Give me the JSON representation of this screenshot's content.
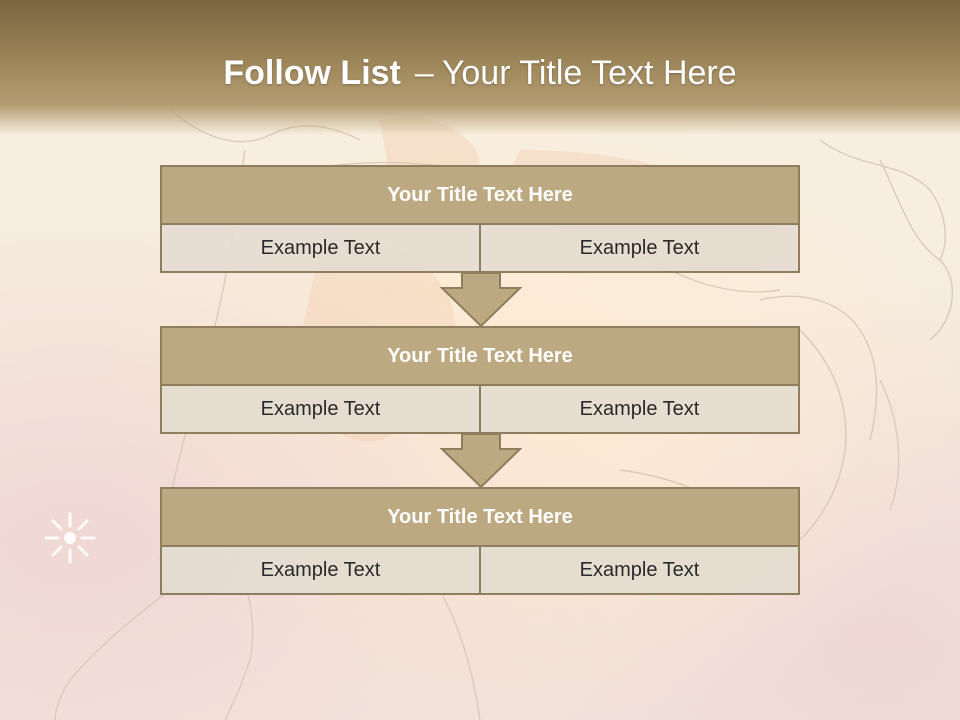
{
  "slide": {
    "title_bold": "Follow List",
    "title_sep": "–",
    "title_rest": "Your Title Text Here"
  },
  "blocks": [
    {
      "title": "Your Title Text Here",
      "left": "Example Text",
      "right": "Example Text"
    },
    {
      "title": "Your Title Text Here",
      "left": "Example Text",
      "right": "Example Text"
    },
    {
      "title": "Your Title Text Here",
      "left": "Example Text",
      "right": "Example Text"
    }
  ],
  "colors": {
    "header": "#9c8558",
    "block_head": "#bca881",
    "block_border": "#8e7d5e",
    "cell": "#e4dcd0",
    "arrow": "#bca881"
  }
}
